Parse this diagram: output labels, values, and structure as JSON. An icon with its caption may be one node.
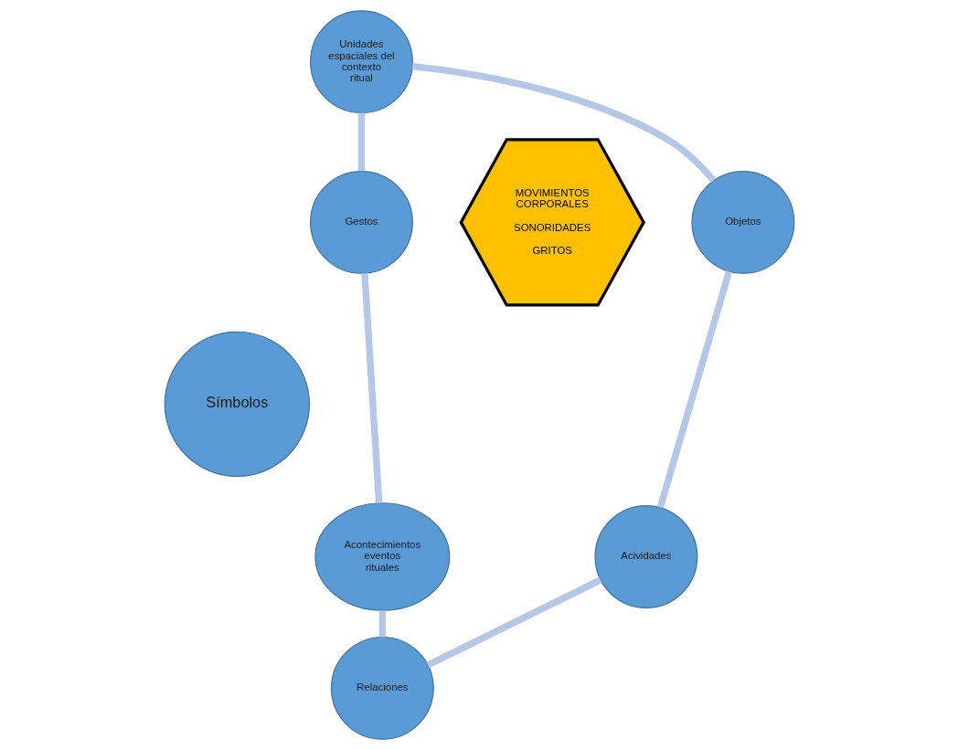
{
  "diagram": {
    "nodes": [
      {
        "text": [
          "Unidades espaciales del contexto ritual"
        ]
      },
      {
        "text": [
          "MOVIMIENTOS CORPORALES",
          "SONORIDADES",
          "GRITOS"
        ]
      },
      {
        "text": [
          "Gestos"
        ]
      },
      {
        "text": [
          "Objetos"
        ]
      },
      {
        "text": [
          "Símbolos"
        ]
      },
      {
        "text": [
          "Acontecimientos eventos rituales"
        ]
      },
      {
        "text": [
          "Acividades"
        ]
      },
      {
        "text": [
          "Relaciones"
        ]
      }
    ],
    "edges": [
      {
        "from": 0,
        "to": 3,
        "arrow": "none"
      },
      {
        "from": 3,
        "to": 6,
        "arrow": "none"
      },
      {
        "from": 6,
        "to": 7,
        "arrow": "none"
      },
      {
        "from": 0,
        "to": 2,
        "arrow": "none"
      },
      {
        "from": 2,
        "to": 5,
        "arrow": "none"
      },
      {
        "from": 5,
        "to": 7,
        "arrow": "none"
      }
    ]
  }
}
